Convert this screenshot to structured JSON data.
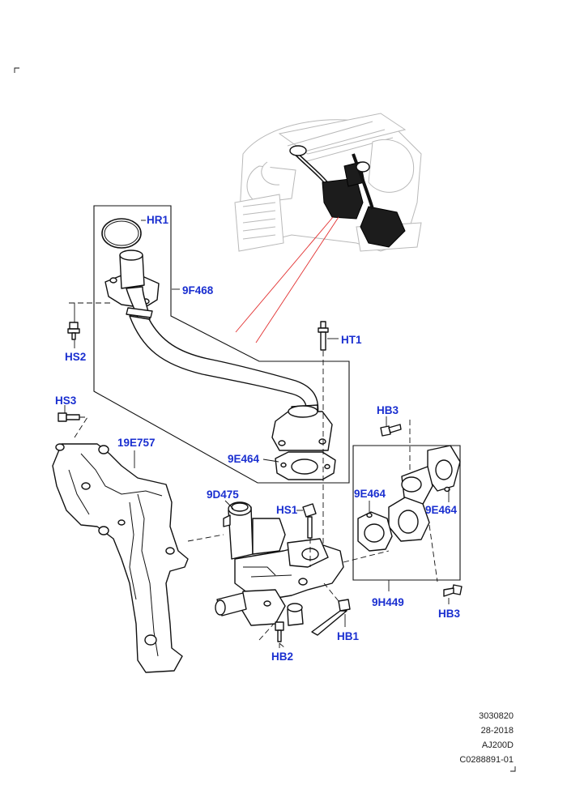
{
  "labels": {
    "HR1": "HR1",
    "9F468": "9F468",
    "HS2": "HS2",
    "HT1": "HT1",
    "HS3": "HS3",
    "19E757": "19E757",
    "HB3_top": "HB3",
    "9E464_left": "9E464",
    "9D475": "9D475",
    "HS1": "HS1",
    "9E464_mid": "9E464",
    "9E464_right": "9E464",
    "9H449": "9H449",
    "HB3_bottom": "HB3",
    "HB1": "HB1",
    "HB2": "HB2"
  },
  "info": {
    "line1": "3030820",
    "line2": "28-2018",
    "line3": "AJ200D",
    "line4": "C0288891-01"
  },
  "colors": {
    "callout": "#1a2fd0",
    "indicator_line": "#e23030"
  }
}
